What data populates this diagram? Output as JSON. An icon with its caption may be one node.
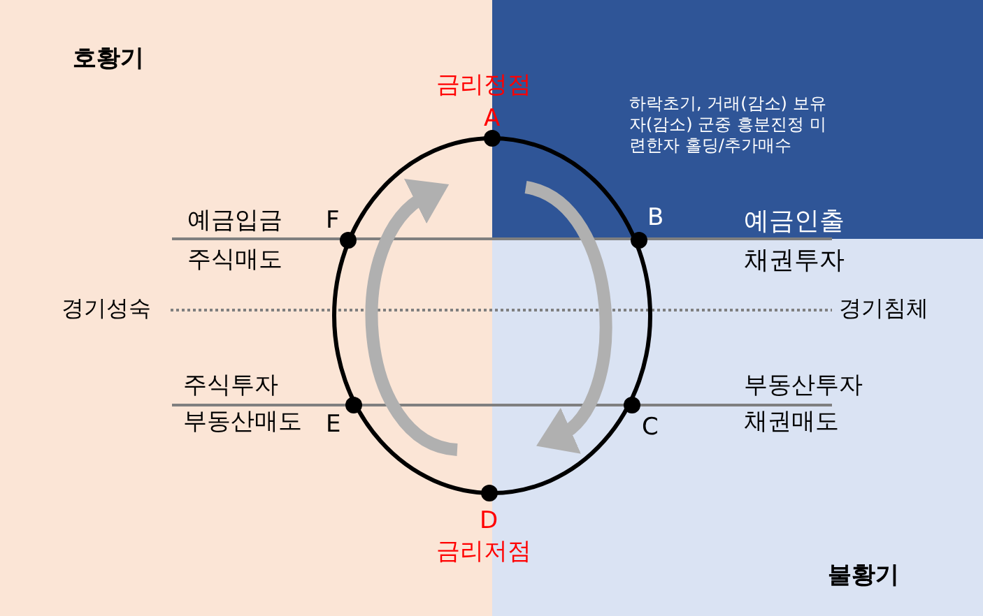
{
  "diagram": {
    "nodes": [
      {
        "text": [
          "A"
        ],
        "beside": [
          "금리정점"
        ]
      },
      {
        "text": [
          "B"
        ],
        "beside": [
          "예금인출",
          "채권투자"
        ]
      },
      {
        "text": [
          "C"
        ],
        "beside": [
          "부동산투자",
          "채권매도"
        ]
      },
      {
        "text": [
          "D"
        ],
        "beside": [
          "금리저점"
        ]
      },
      {
        "text": [
          "E"
        ],
        "beside": [
          "주식투자",
          "부동산매도"
        ]
      },
      {
        "text": [
          "F"
        ],
        "beside": [
          "예금입금",
          "주식매도"
        ]
      }
    ],
    "labels": [
      "호황기",
      "하락초기, 거래(감소) 보유자(감소) 군중 흥분진정 미련한자 홀딩/추가매수",
      "경기성숙",
      "경기침체",
      "불황기"
    ]
  }
}
